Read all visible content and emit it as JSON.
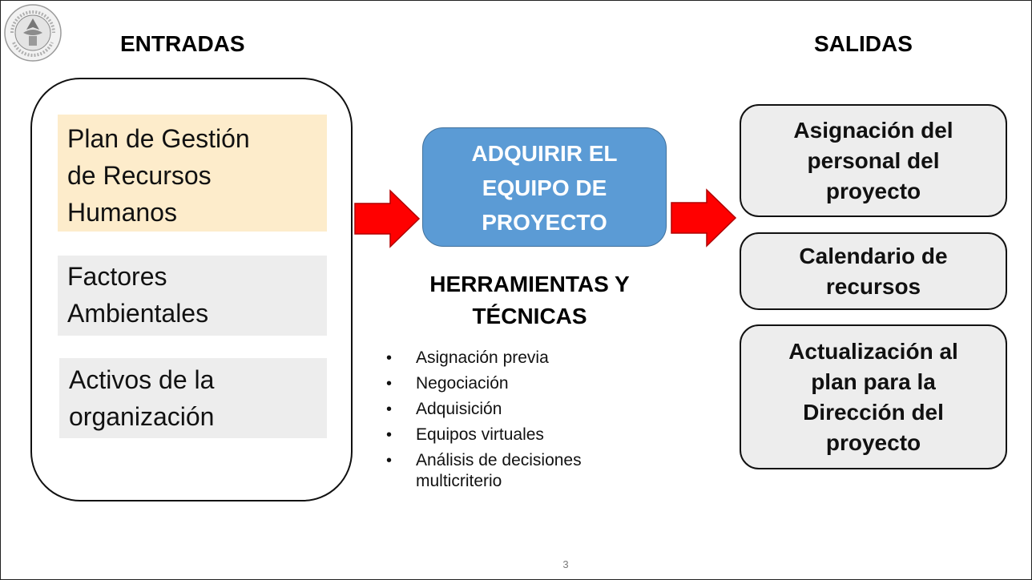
{
  "headings": {
    "inputs": "ENTRADAS",
    "outputs": "SALIDAS"
  },
  "seal": {
    "icon": "university-seal-icon",
    "text": "UNIVERSITAS STUDIORUM PIURENSIS"
  },
  "inputs": {
    "plan": "Plan de Gestión\nde Recursos\nHumanos",
    "factores": "Factores\nAmbientales",
    "activos": "Activos de la\norganización"
  },
  "process": {
    "label": "ADQUIRIR EL\nEQUIPO DE\nPROYECTO"
  },
  "tools": {
    "title": "HERRAMIENTAS Y\nTÉCNICAS",
    "items": [
      "Asignación previa",
      "Negociación",
      "Adquisición",
      "Equipos virtuales",
      "Análisis de decisiones multicriterio"
    ]
  },
  "outputs": {
    "items": [
      "Asignación del\npersonal del\nproyecto",
      "Calendario de\nrecursos",
      "Actualización al\nplan para la\nDirección del\nproyecto"
    ]
  },
  "page_number": "3",
  "colors": {
    "process_fill": "#5b9bd5",
    "arrow_fill": "#ff0000",
    "plan_fill": "#fdeccb",
    "grey_fill": "#ededed"
  }
}
